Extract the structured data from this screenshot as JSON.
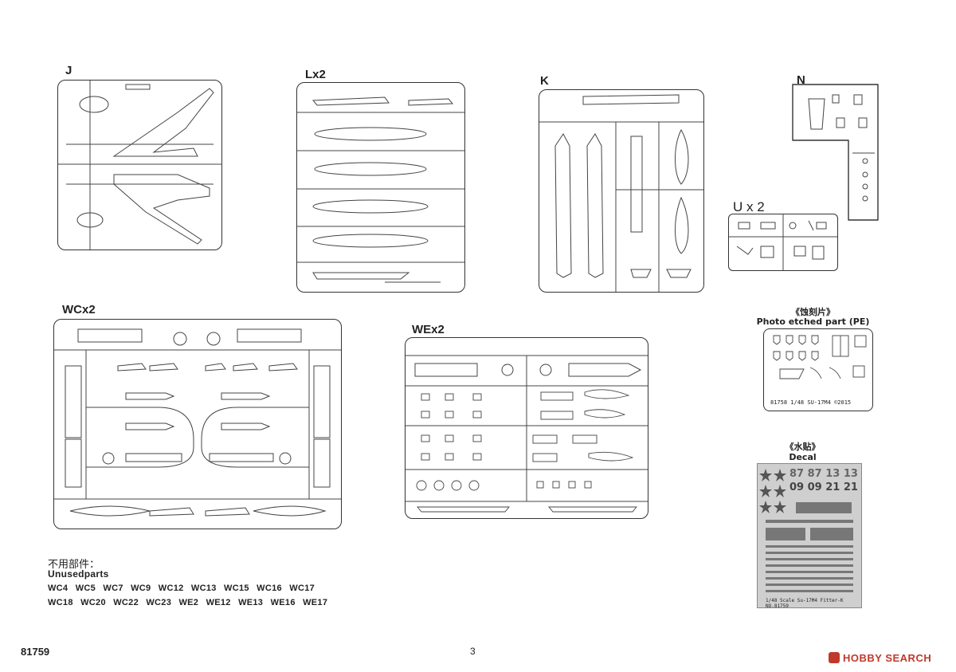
{
  "sprues": {
    "j": {
      "label": "J"
    },
    "l": {
      "label": "Lx2"
    },
    "k": {
      "label": "K"
    },
    "n": {
      "label": "N"
    },
    "u": {
      "label": "U x 2"
    },
    "wc": {
      "label": "WCx2"
    },
    "we": {
      "label": "WEx2"
    }
  },
  "pe": {
    "title_cn": "《蚀刻片》",
    "title_en": "Photo etched part (PE)",
    "footer": "81758   1/48  SU-17M4   ©2015"
  },
  "decal": {
    "title_cn": "《水贴》",
    "title_en": "Decal",
    "numbers_row1": "87 87 13 13",
    "numbers_row2": "09 09 21 21",
    "footer": "1/48 Scale  Su-17M4 Fitter-K  NO.81759"
  },
  "unused": {
    "title_cn": "不用部件：",
    "title_en": "Unusedparts",
    "line1": "WC4  WC5  WC7  WC9  WC12  WC13  WC15  WC16  WC17",
    "line2": "WC18  WC20  WC22  WC23  WE2  WE12  WE13  WE16  WE17"
  },
  "footer": {
    "kit_number": "81759",
    "page_number": "3",
    "watermark": "HOBBY SEARCH"
  }
}
